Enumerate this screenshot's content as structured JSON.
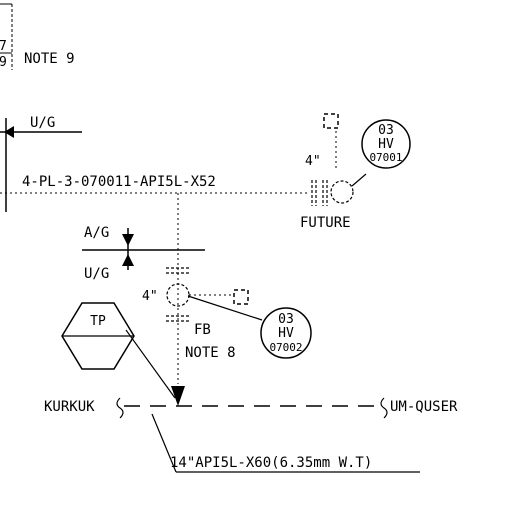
{
  "notes": {
    "top_left_fraction": "7\n9",
    "note_9": "NOTE 9",
    "note_8": "NOTE 8",
    "fb": "FB"
  },
  "pipeline": {
    "main_line_tag": "4-PL-3-070011-API5L-X52",
    "underground_1": "U/G",
    "aboveground": "A/G",
    "underground_2": "U/G",
    "trunk_spec": "14\"API5L-X60(6.35mm W.T)",
    "from_station": "KURKUK",
    "to_station": "UM-QUSER"
  },
  "instruments": [
    {
      "top": "03",
      "mid": "HV",
      "bot": "07001"
    },
    {
      "top": "03",
      "mid": "HV",
      "bot": "07002"
    }
  ],
  "connections": {
    "size_1": "4\"",
    "size_2": "4\"",
    "future": "FUTURE"
  },
  "tp_marker": "TP"
}
